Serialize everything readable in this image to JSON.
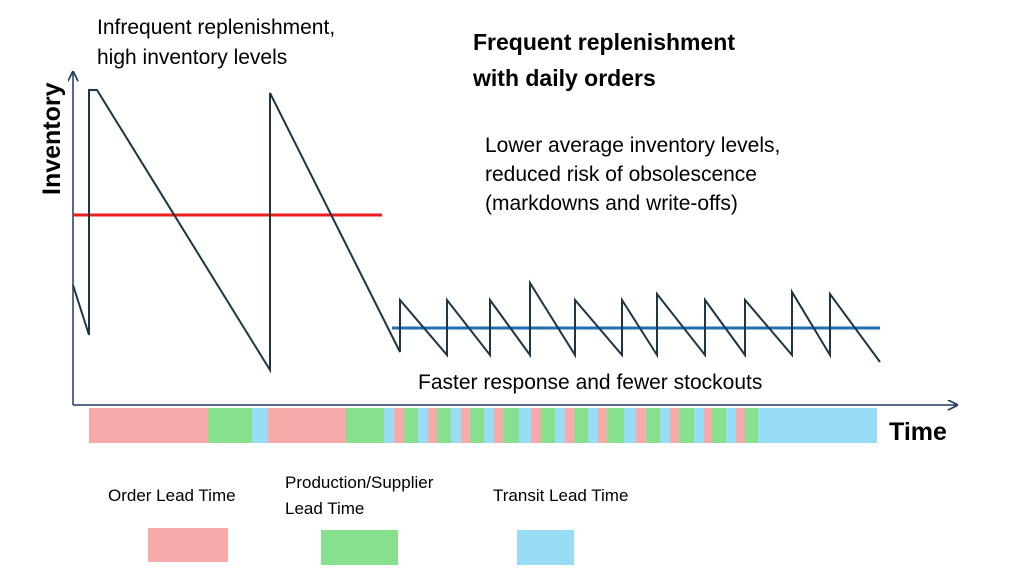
{
  "labels": {
    "y_axis": "Inventory",
    "x_axis": "Time",
    "top_left_line1": "Infrequent replenishment,",
    "top_left_line2": "high inventory levels",
    "title_line1": "Frequent replenishment",
    "title_line2": "with daily orders",
    "benefit_line1": "Lower average inventory levels,",
    "benefit_line2": "reduced risk of obsolescence",
    "benefit_line3": "(markdowns and write-offs)",
    "response": "Faster response and fewer stockouts"
  },
  "legend": [
    {
      "label_lines": [
        "Order Lead Time"
      ],
      "color": "#f8aaaa"
    },
    {
      "label_lines": [
        "Production/Supplier",
        "Lead Time"
      ],
      "color": "#86e08d"
    },
    {
      "label_lines": [
        "Transit Lead Time"
      ],
      "color": "#98dcf6"
    }
  ],
  "colors": {
    "sawtooth": "#1c3645",
    "high_average": "#ee1c1c",
    "low_average": "#1f6fb2",
    "axis": "#1f3864",
    "order": "#f8aaaa",
    "production": "#86e08d",
    "transit": "#98dcf6"
  },
  "lead_time_sequence": [
    "order",
    "production",
    "transit",
    "order",
    "production",
    "transit",
    "order",
    "production",
    "transit",
    "order",
    "production",
    "transit",
    "order",
    "production",
    "transit",
    "order",
    "production",
    "transit",
    "order",
    "production",
    "transit",
    "order",
    "production",
    "transit",
    "order",
    "production",
    "transit",
    "order",
    "production",
    "transit",
    "order",
    "production",
    "transit",
    "order",
    "production",
    "transit",
    "order",
    "production",
    "transit"
  ]
}
